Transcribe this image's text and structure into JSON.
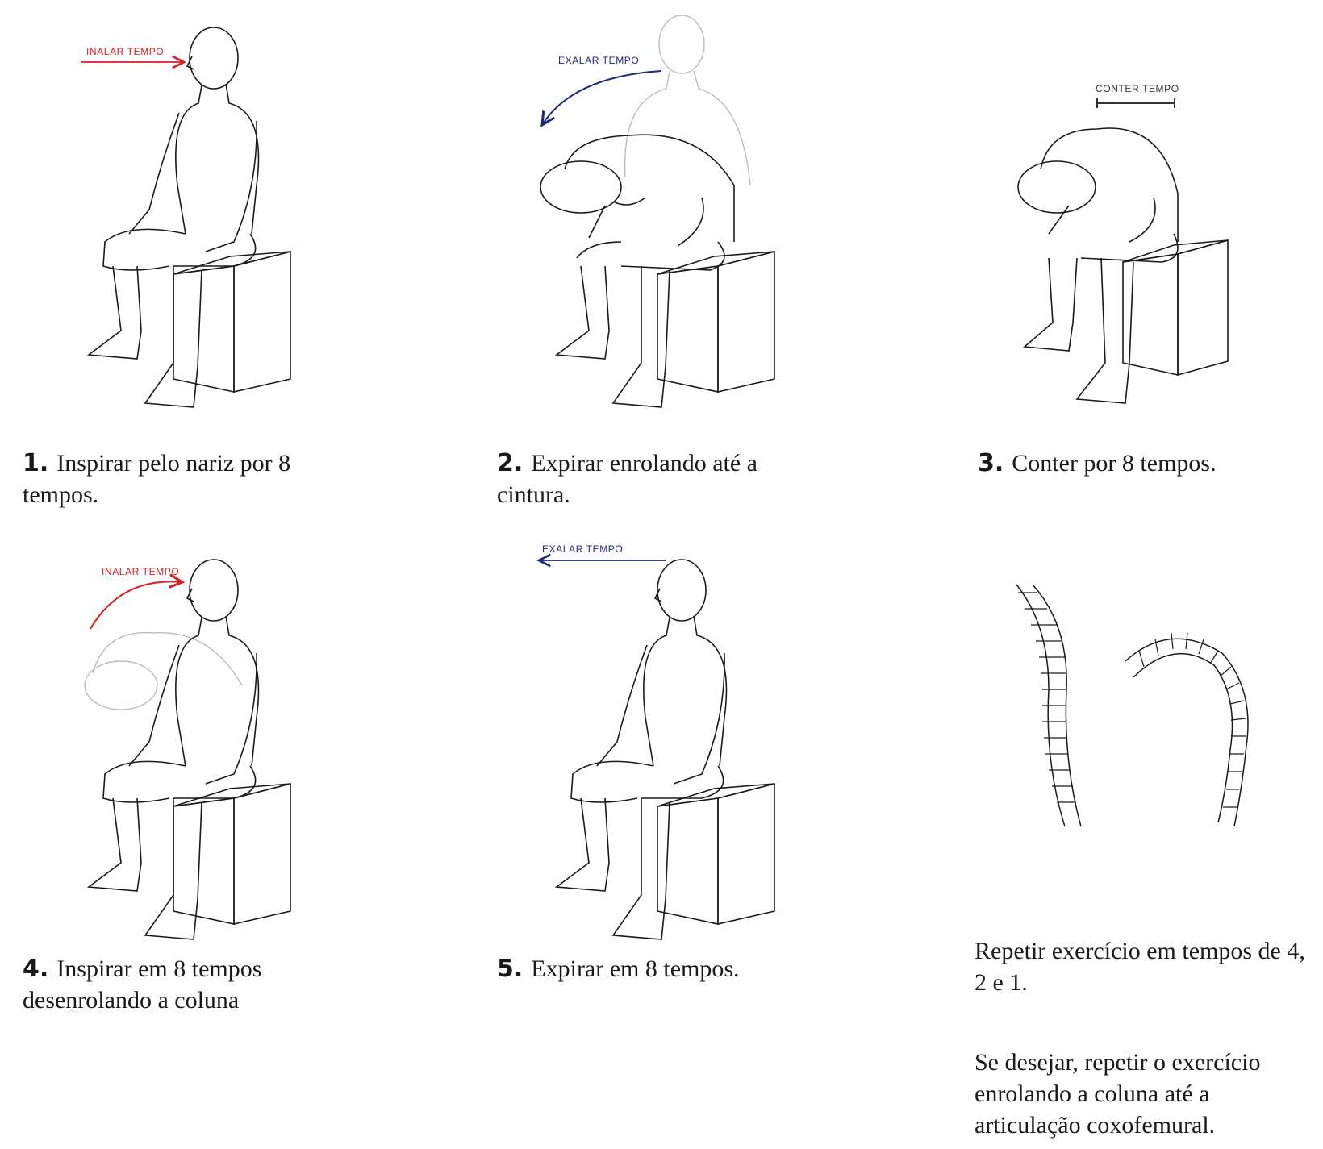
{
  "colors": {
    "inhale": "#e01b24",
    "exhale": "#1f2a7a",
    "hold": "#333333",
    "line": "#1a1a1a",
    "ghost": "#bdbdbd"
  },
  "steps": [
    {
      "number": "1.",
      "text": "Inspirar pelo nariz por 8 tempos.",
      "cue": "INALAR TEMPO",
      "cue_type": "inhale"
    },
    {
      "number": "2.",
      "text": "Expirar enrolando até a cintura.",
      "cue": "EXALAR TEMPO",
      "cue_type": "exhale"
    },
    {
      "number": "3.",
      "text": "Conter por 8 tempos.",
      "cue": "CONTER TEMPO",
      "cue_type": "hold"
    },
    {
      "number": "4.",
      "text": "Inspirar em 8 tempos desenrolando a coluna",
      "cue": "INALAR TEMPO",
      "cue_type": "inhale"
    },
    {
      "number": "5.",
      "text": "Expirar em 8 tempos.",
      "cue": "EXALAR TEMPO",
      "cue_type": "exhale"
    }
  ],
  "notes": {
    "repeat": "Repetir exercício em tempos de 4, 2 e 1.",
    "optional": "Se desejar, repetir o exercício enrolando a coluna até a articulação coxofemural."
  },
  "icons": [
    "seated-figure-illustration",
    "spine-illustration"
  ]
}
